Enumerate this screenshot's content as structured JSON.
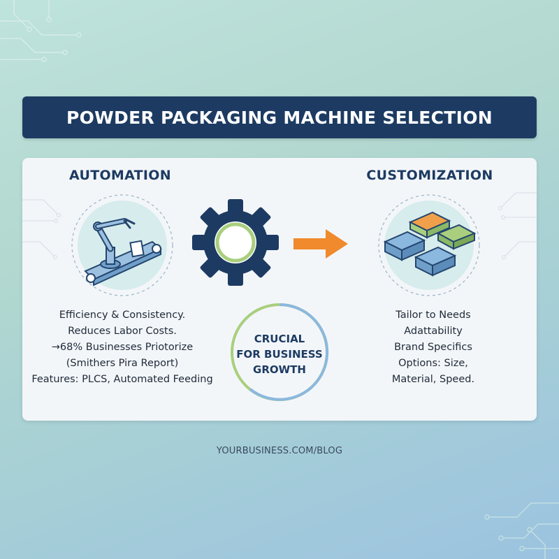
{
  "header": {
    "title": "POWDER PACKAGING MACHINE SELECTION"
  },
  "left": {
    "heading": "AUTOMATION",
    "lines": [
      "Efficiency & Consistency.",
      "Reduces Labor Costs.",
      "→68% Businesses Priotorize",
      "(Smithers Pira Report)",
      "Features: PLCS, Automated Feeding"
    ]
  },
  "right": {
    "heading": "CUSTOMIZATION",
    "lines": [
      "Tailor to Needs",
      "Adattability",
      "Brand Specifics",
      "Options: Size,",
      "Material, Speed."
    ]
  },
  "center": {
    "badge_lines": [
      "CRUCIAL",
      "FOR BUSINESS",
      "GROWTH"
    ]
  },
  "footer": {
    "url": "YOURBUSINESS.COM/BLOG"
  },
  "colors": {
    "navy": "#1d3b62",
    "accent_orange": "#f08a2c",
    "accent_green": "#a9cf7e",
    "accent_blue": "#8bb8de"
  }
}
